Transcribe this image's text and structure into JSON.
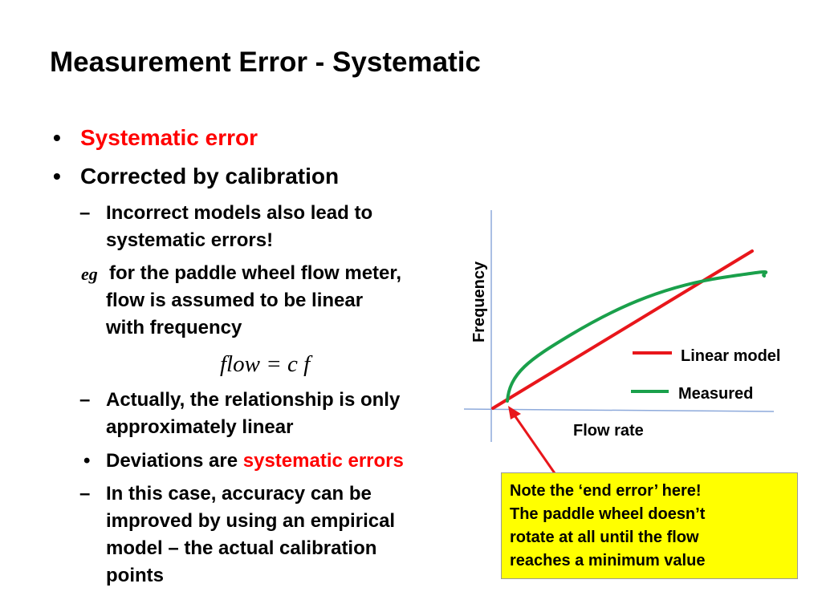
{
  "slide": {
    "title": "Measurement Error - Systematic",
    "bullets": {
      "b1": "Systematic error",
      "b2": "Corrected by calibration",
      "s1_line1": "Incorrect models also lead to",
      "s1_line2": "systematic errors!",
      "eg_prefix": "eg",
      "eg_line1": "for the paddle wheel flow meter,",
      "eg_line2": "flow is assumed to be linear",
      "eg_line3": "with frequency",
      "formula": "flow = c f",
      "s2_line1": "Actually, the relationship is only",
      "s2_line2": "approximately linear",
      "d_prefix": "Deviations are ",
      "d_red": "systematic errors",
      "s3_line1": "In this case, accuracy can be",
      "s3_line2": "improved by using an empirical",
      "s3_line3": "model – the actual calibration",
      "s3_line4": "points"
    },
    "markers": {
      "bullet": "•",
      "dash": "–"
    }
  },
  "diagram": {
    "y_axis_label": "Frequency",
    "x_axis_label": "Flow rate",
    "legend": [
      {
        "label": "Linear model",
        "color": "#e8161b"
      },
      {
        "label": "Measured",
        "color": "#1aa04b"
      }
    ],
    "axis_color": "#8eaadb"
  },
  "note": {
    "line1": "Note the ‘end error’ here!",
    "line2": "The paddle wheel doesn’t",
    "line3": "rotate at all until the flow",
    "line4": "reaches a minimum value",
    "background": "#ffff00"
  },
  "colors": {
    "emphasis": "#ff0000",
    "text": "#000000"
  }
}
